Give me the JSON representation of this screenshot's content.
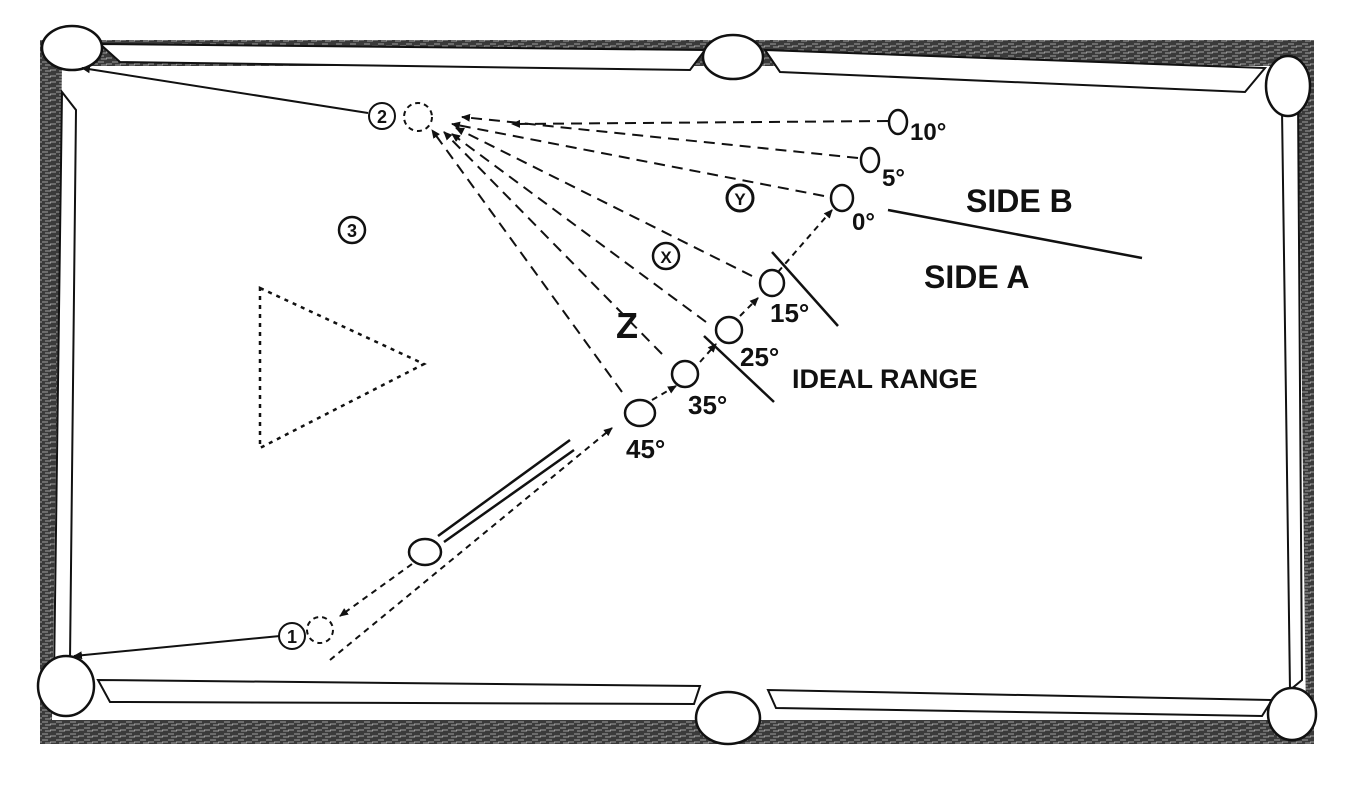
{
  "labels": {
    "side_b": "SIDE B",
    "side_a": "SIDE A",
    "ideal_range": "IDEAL RANGE",
    "zone_z": "Z",
    "angles": {
      "a10": "10°",
      "a5": "5°",
      "a0": "0°",
      "a15": "15°",
      "a25": "25°",
      "a35": "35°",
      "a45": "45°"
    },
    "markers": {
      "m1": "1",
      "m2": "2",
      "m3": "3",
      "mx": "X",
      "my": "Y"
    }
  },
  "colors": {
    "ink": "#111111",
    "felt": "#ffffff",
    "wood": "#2a2a2a"
  }
}
